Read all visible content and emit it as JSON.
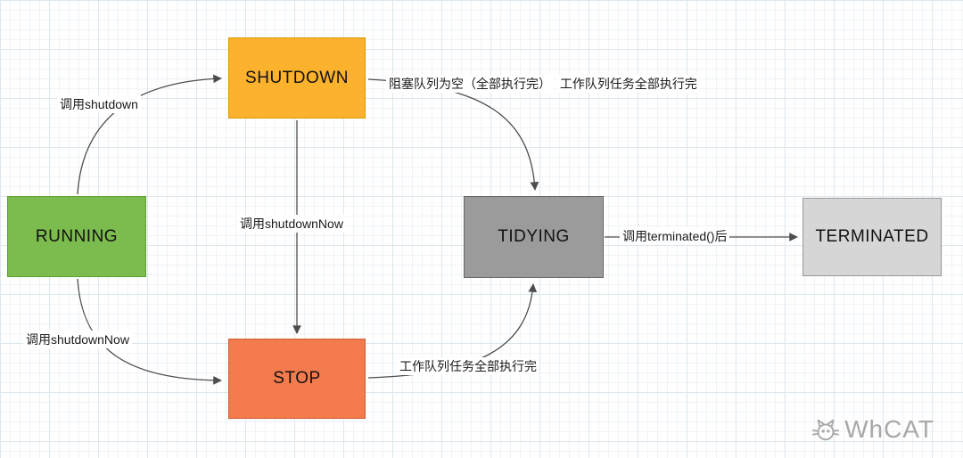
{
  "diagram": {
    "type": "state-diagram",
    "subject": "thread-pool-states",
    "nodes": {
      "running": {
        "label": "RUNNING",
        "fill": "#7cbb4d",
        "border": "#5f9e35"
      },
      "shutdown": {
        "label": "SHUTDOWN",
        "fill": "#fcb22d",
        "border": "#d79b00"
      },
      "stop": {
        "label": "STOP",
        "fill": "#f37b4d",
        "border": "#d05c32"
      },
      "tidying": {
        "label": "TIDYING",
        "fill": "#9b9b9b",
        "border": "#666666"
      },
      "terminated": {
        "label": "TERMINATED",
        "fill": "#d6d6d6",
        "border": "#999999"
      }
    },
    "edges": {
      "running_to_shutdown": {
        "from": "RUNNING",
        "to": "SHUTDOWN",
        "label": "调用shutdown"
      },
      "running_to_stop": {
        "from": "RUNNING",
        "to": "STOP",
        "label": "调用shutdownNow"
      },
      "shutdown_to_stop": {
        "from": "SHUTDOWN",
        "to": "STOP",
        "label": "调用shutdownNow"
      },
      "shutdown_to_tidying": {
        "from": "SHUTDOWN",
        "to": "TIDYING",
        "label_line1": "阻塞队列为空（全部执行完）",
        "label_line2": "工作队列任务全部执行完"
      },
      "stop_to_tidying": {
        "from": "STOP",
        "to": "TIDYING",
        "label": "工作队列任务全部执行完"
      },
      "tidying_to_terminated": {
        "from": "TIDYING",
        "to": "TERMINATED",
        "label": "调用terminated()后"
      }
    },
    "watermark": {
      "text": "WhCAT"
    },
    "colors": {
      "arrow": "#4d4d4d",
      "grid_minor": "#eff4f8",
      "grid_major": "#dde7ee",
      "label_text": "#1a1a1a",
      "watermark": "#a8a8a8"
    }
  }
}
